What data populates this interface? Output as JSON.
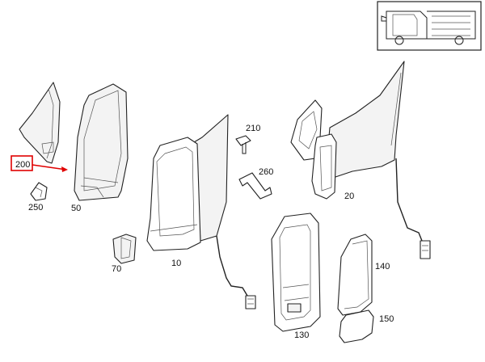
{
  "diagram": {
    "labels": [
      {
        "id": "200",
        "text": "200",
        "highlighted": true
      },
      {
        "id": "250",
        "text": "250"
      },
      {
        "id": "50",
        "text": "50"
      },
      {
        "id": "70",
        "text": "70"
      },
      {
        "id": "10",
        "text": "10"
      },
      {
        "id": "210",
        "text": "210"
      },
      {
        "id": "260",
        "text": "260"
      },
      {
        "id": "20",
        "text": "20"
      },
      {
        "id": "130",
        "text": "130"
      },
      {
        "id": "140",
        "text": "140"
      },
      {
        "id": "150",
        "text": "150"
      }
    ],
    "highlight_color": "#e00000",
    "line_color": "#222222"
  }
}
